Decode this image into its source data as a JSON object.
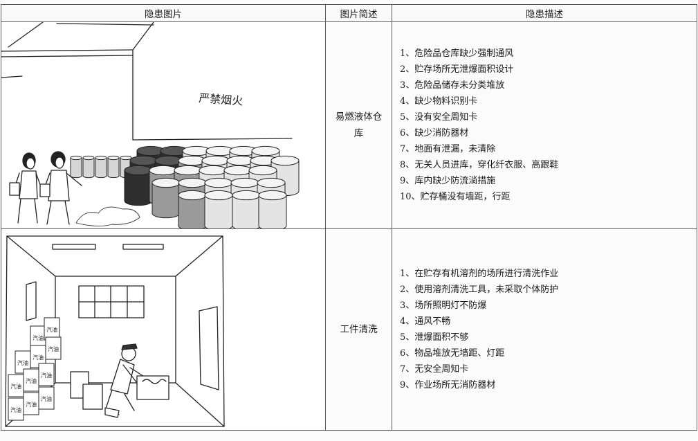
{
  "table": {
    "headers": [
      "隐患图片",
      "图片简述",
      "隐患描述"
    ],
    "rows": [
      {
        "image_scene": "warehouse-drums",
        "sign_text": "严禁烟火",
        "brief": "易燃液体仓库",
        "items": [
          "1、危险品仓库缺少强制通风",
          "2、贮存场所无泄爆面积设计",
          "3、危险品储存未分类堆放",
          "4、缺少物料识别卡",
          "5、没有安全周知卡",
          "6、缺少消防器材",
          "7、地面有泄漏，未清除",
          "8、无关人员进库，穿化纤衣服、高跟鞋",
          "9、库内缺少防流淌措施",
          "10、贮存桶没有墙距，行距"
        ]
      },
      {
        "image_scene": "workpiece-cleaning-room",
        "box_label": "汽油",
        "brief": "工件清洗",
        "items": [
          "1、在贮存有机溶剂的场所进行清洗作业",
          "2、使用溶剂清洗工具，未采取个体防护",
          "3、场所照明灯不防爆",
          "4、通风不畅",
          "5、泄爆面积不够",
          "6、物品堆放无墙距、灯距",
          "7、无安全周知卡",
          "9、作业场所无消防器材"
        ]
      }
    ]
  },
  "colors": {
    "border": "#5a5a5a",
    "drum_dark": "#2e2e2e",
    "drum_mid": "#9a9a9a",
    "drum_light": "#e4e4e4"
  }
}
